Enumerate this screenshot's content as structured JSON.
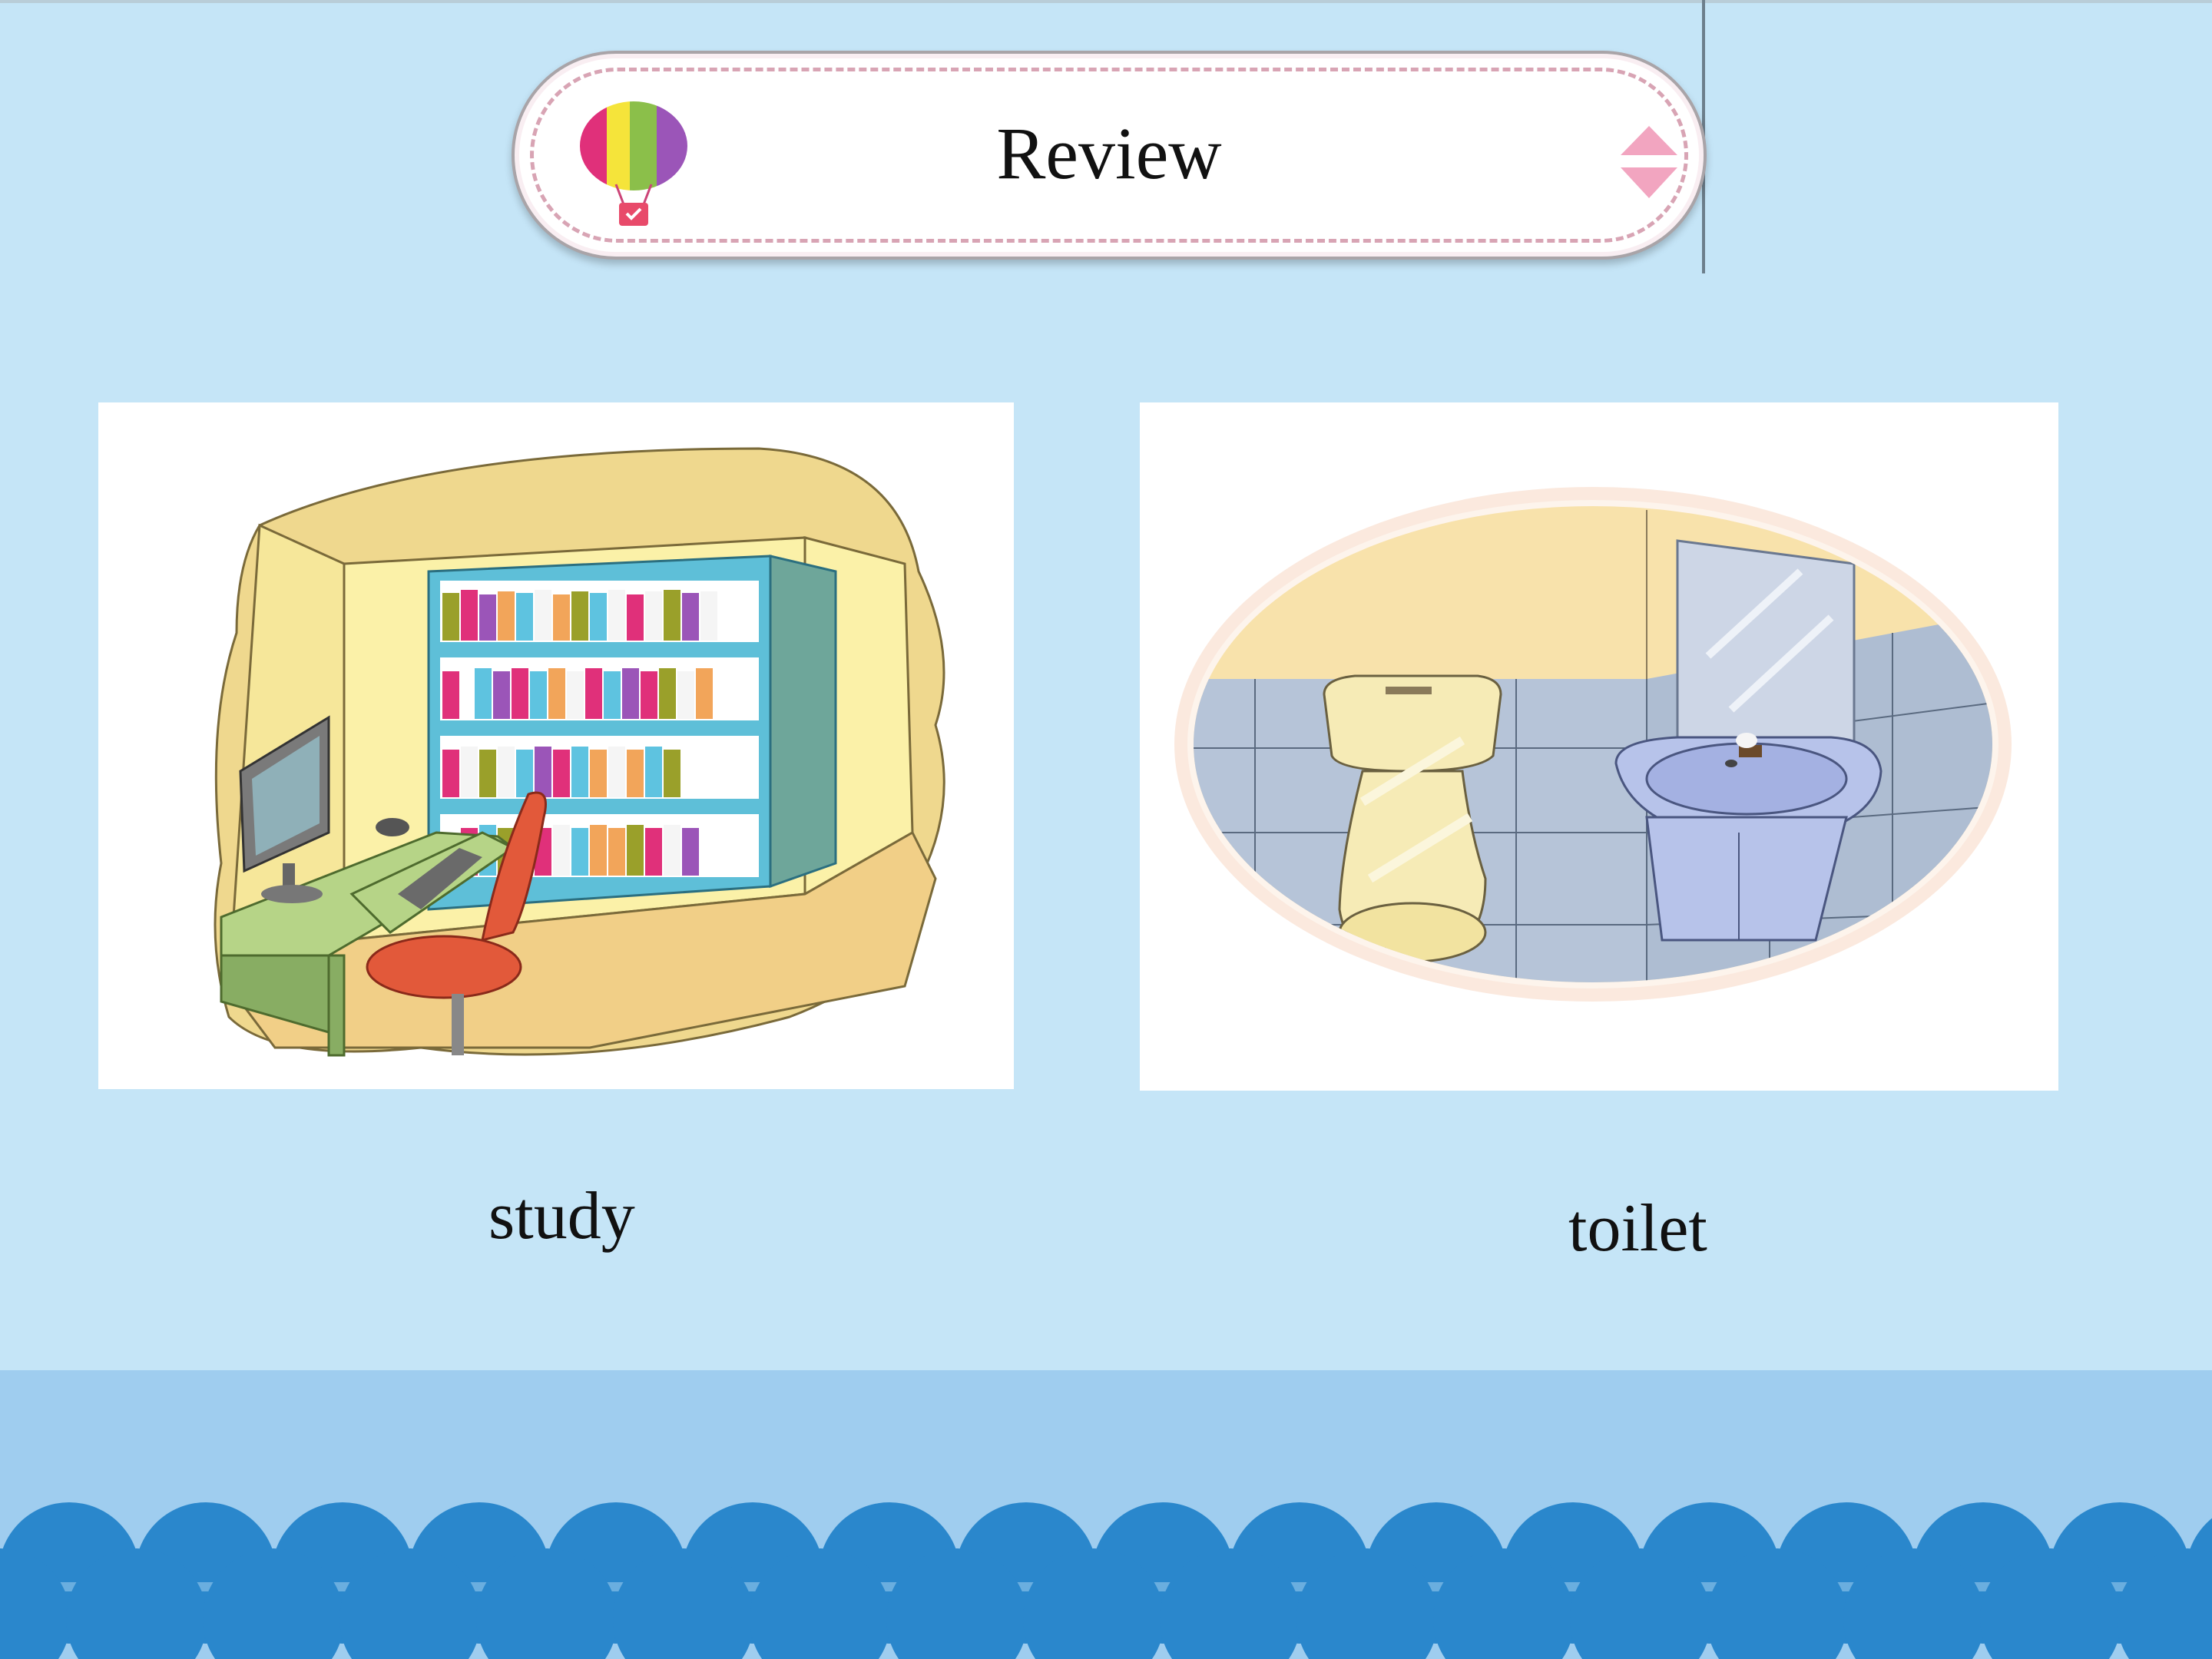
{
  "title": {
    "text": "Review"
  },
  "cards": [
    {
      "caption": "study",
      "image": "study room illustration (computer desk, chair, bookshelf)"
    },
    {
      "caption": "toilet",
      "image": "toilet room illustration (toilet, wash basin, mirror, tiles)"
    }
  ],
  "icons": {
    "title_left": "hot-air-balloon-icon",
    "title_right": "up-down-arrows-icon"
  },
  "colors": {
    "background": "#c5e5f7",
    "footer_band": "#9fcdef",
    "waves": "#2a87cc",
    "title_border": "#d8a4b4"
  }
}
